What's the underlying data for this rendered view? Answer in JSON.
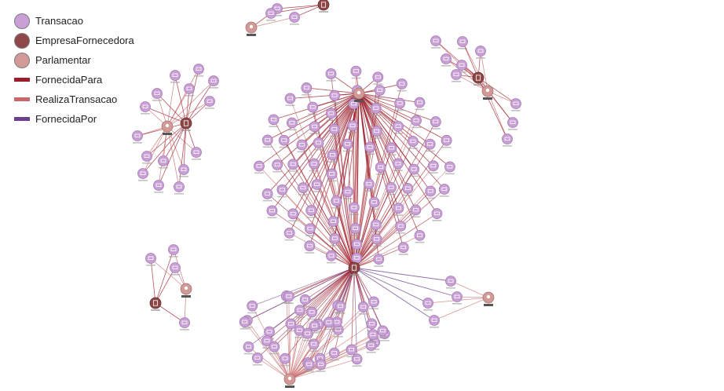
{
  "legend": {
    "node_types": [
      {
        "label": "Transacao",
        "color": "#c9a0d6"
      },
      {
        "label": "EmpresaFornecedora",
        "color": "#8e4848"
      },
      {
        "label": "Parlamentar",
        "color": "#d29a96"
      }
    ],
    "edge_types": [
      {
        "label": "FornecidaPara",
        "color": "#9b1c2a"
      },
      {
        "label": "RealizaTransacao",
        "color": "#c9686a"
      },
      {
        "label": "FornecidaPor",
        "color": "#6c3f8c"
      }
    ]
  },
  "colors": {
    "transacao": "#c9a0d6",
    "transacao_stroke": "#a57bb3",
    "empresa": "#8e4848",
    "parlamentar": "#d29a96",
    "edge_fornecida_para": "#9b1c2a",
    "edge_realiza_transacao": "#c9686a",
    "edge_fornecida_por": "#6c3f8c"
  },
  "icons": {
    "transacao": "document-icon",
    "empresa": "building-icon",
    "parlamentar": "person-icon"
  }
}
